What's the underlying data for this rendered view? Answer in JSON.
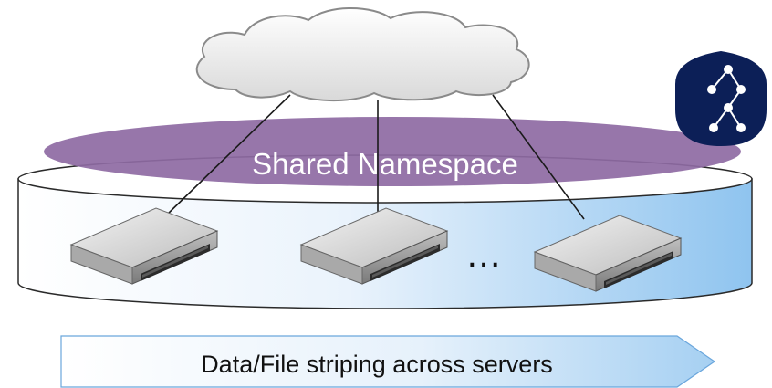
{
  "namespace": {
    "label": "Shared Namespace"
  },
  "storage": {
    "ellipsis": "…",
    "server_count": 3
  },
  "banner": {
    "label": "Data/File striping across servers"
  },
  "badge": {
    "icon": "tree-hierarchy-icon"
  },
  "cloud": {
    "icon": "cloud-icon"
  },
  "colors": {
    "namespace_fill": "#8e6aa3",
    "namespace_text": "#ffffff",
    "badge_fill": "#0c1f57",
    "cylinder_edge": "#2a2a2a",
    "cylinder_gradient_end": "#8fc4ef",
    "banner_gradient_end": "#a6d0f2",
    "banner_text": "#111111",
    "connector": "#1a1a1a"
  }
}
